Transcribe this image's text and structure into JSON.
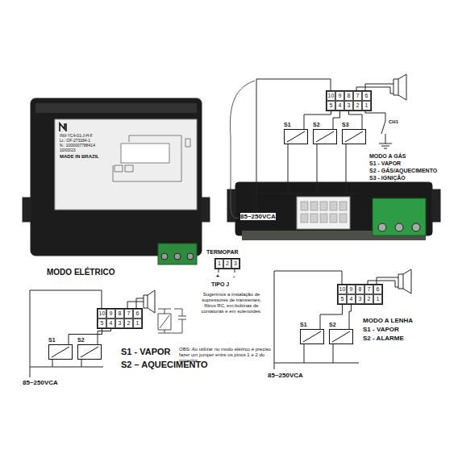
{
  "diagram": {
    "nodes": [
      {
        "text": [
          "10",
          "9",
          "8",
          "7",
          "6",
          "5",
          "4",
          "3",
          "2",
          "1"
        ]
      },
      {
        "text": [
          "S1"
        ]
      },
      {
        "text": [
          "S2"
        ]
      },
      {
        "text": [
          "S3"
        ]
      },
      {
        "text": [
          "1",
          "2",
          "3"
        ]
      },
      {
        "text": [
          "10",
          "9",
          "8",
          "7",
          "6",
          "5",
          "4",
          "3",
          "2",
          "1"
        ]
      },
      {
        "text": [
          "S1"
        ]
      },
      {
        "text": [
          "S2"
        ]
      },
      {
        "text": [
          "10",
          "9",
          "8",
          "7",
          "6",
          "5",
          "4",
          "3",
          "2",
          "1"
        ]
      },
      {
        "text": [
          "S1"
        ]
      },
      {
        "text": [
          "S2"
        ]
      }
    ],
    "edges": [
      {
        "from": 1,
        "to": 0,
        "arrow": "none"
      },
      {
        "from": 2,
        "to": 0,
        "arrow": "none"
      },
      {
        "from": 3,
        "to": 0,
        "arrow": "none"
      },
      {
        "from": 6,
        "to": 5,
        "arrow": "none"
      },
      {
        "from": 7,
        "to": 5,
        "arrow": "none"
      },
      {
        "from": 9,
        "to": 8,
        "arrow": "none"
      },
      {
        "from": 10,
        "to": 8,
        "arrow": "none"
      }
    ],
    "labels": [
      "INV-YC4-01-J-H-F",
      "Lt.: OF-273184-1",
      "N.: 1000007788414",
      "10/03/23",
      "MADE IN BRAZIL",
      "85~250VCA",
      "CH1",
      "MODO A GÁS",
      "S1 - VAPOR",
      "S2 - GÁS/AQUECIMENTO",
      "S3 - IGNIÇÃO",
      "MODO ELÉTRICO",
      "85~250VCA",
      "S1 - VAPOR",
      "S2 – AQUECIMENTO",
      "TERMOPAR",
      "+",
      "-",
      "TIPO J",
      "Sugerimos a instalação de supressores de transientes, filtros RC, em bobinas de contatoras e em solenoides.",
      "OBS: Ao utilizar no modo elétrico é preciso fazer um jumper entre os pinos 1 e 2 do conector.",
      "MODO A LENHA",
      "S1 - VAPOR",
      "S2 - ALARME",
      "85~250VCA"
    ]
  }
}
